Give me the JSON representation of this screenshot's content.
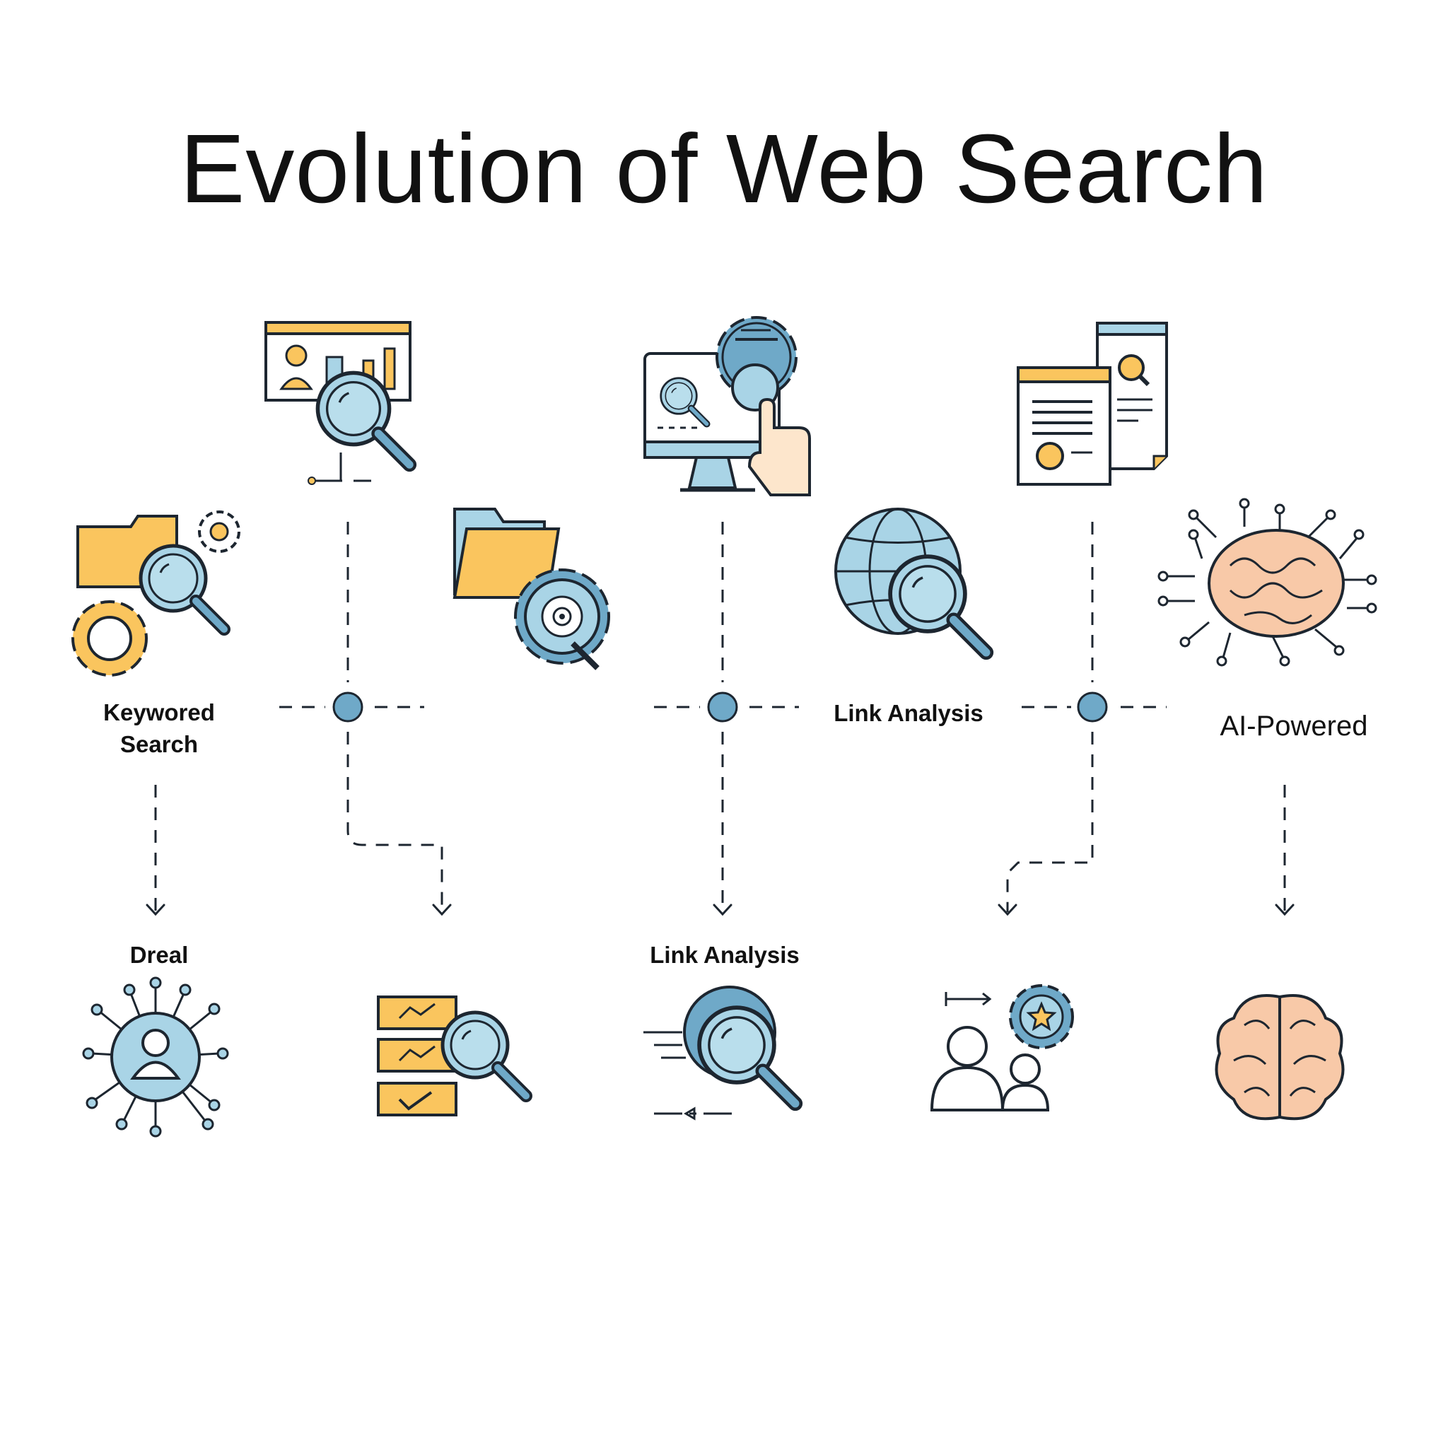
{
  "title": "Evolution of Web Search",
  "labels": {
    "keyword": [
      "Keywored",
      "Search"
    ],
    "link_analysis_top": "Link Analysis",
    "ai_powered": "AI-Powered",
    "dreal": "Dreal",
    "link_analysis_bottom": "Link Analysis"
  },
  "colors": {
    "blue": "#a9d4e6",
    "blue_dark": "#6fa9c8",
    "yellow": "#fac55e",
    "brain": "#f8c9a8",
    "line": "#1d2630"
  }
}
